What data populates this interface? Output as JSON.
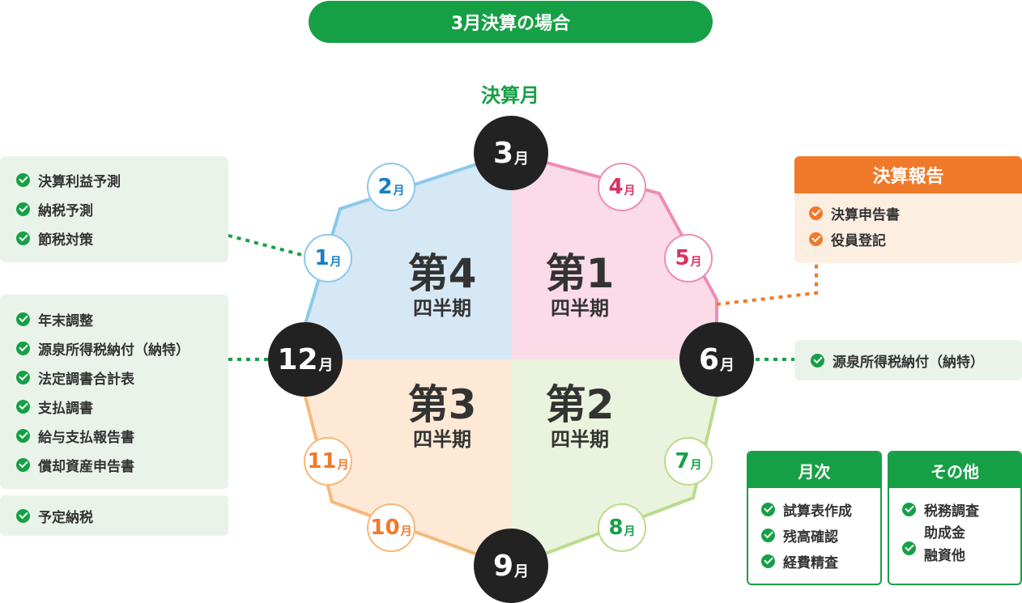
{
  "header": {
    "title": "3月決算の場合",
    "kessan_month_label": "決算月"
  },
  "quarters": [
    {
      "big": "第1",
      "small": "四半期"
    },
    {
      "big": "第2",
      "small": "四半期"
    },
    {
      "big": "第3",
      "small": "四半期"
    },
    {
      "big": "第4",
      "small": "四半期"
    }
  ],
  "months": {
    "m1": {
      "num": "1",
      "suffix": "月"
    },
    "m2": {
      "num": "2",
      "suffix": "月"
    },
    "m3": {
      "num": "3",
      "suffix": "月"
    },
    "m4": {
      "num": "4",
      "suffix": "月"
    },
    "m5": {
      "num": "5",
      "suffix": "月"
    },
    "m6": {
      "num": "6",
      "suffix": "月"
    },
    "m7": {
      "num": "7",
      "suffix": "月"
    },
    "m8": {
      "num": "8",
      "suffix": "月"
    },
    "m9": {
      "num": "9",
      "suffix": "月"
    },
    "m10": {
      "num": "10",
      "suffix": "月"
    },
    "m11": {
      "num": "11",
      "suffix": "月"
    },
    "m12": {
      "num": "12",
      "suffix": "月"
    }
  },
  "left_box_1": {
    "items": [
      "決算利益予測",
      "納税予測",
      "節税対策"
    ]
  },
  "left_box_2": {
    "items": [
      "年末調整",
      "源泉所得税納付（納特）",
      "法定調書合計表",
      "支払調書",
      "給与支払報告書",
      "償却資産申告書"
    ]
  },
  "left_box_3": {
    "items": [
      "予定納税"
    ]
  },
  "report": {
    "title": "決算報告",
    "items": [
      "決算申告書",
      "役員登記"
    ]
  },
  "june_box": {
    "items": [
      "源泉所得税納付（納特）"
    ]
  },
  "monthly": {
    "title": "月次",
    "items": [
      "試算表作成",
      "残高確認",
      "経費精査"
    ]
  },
  "other": {
    "title": "その他",
    "items": [
      "税務調査",
      "助成金\n融資他"
    ]
  },
  "colors": {
    "green": "#16a046",
    "orange": "#f07a2a",
    "q1_fill": "#fadbe7",
    "q2_fill": "#eaf3dd",
    "q3_fill": "#fde9d5",
    "q4_fill": "#d6e8f5",
    "q1_border": "#f08cb4",
    "q2_border": "#b9dc8c",
    "q3_border": "#f5b97a",
    "q4_border": "#8cc8eb"
  }
}
